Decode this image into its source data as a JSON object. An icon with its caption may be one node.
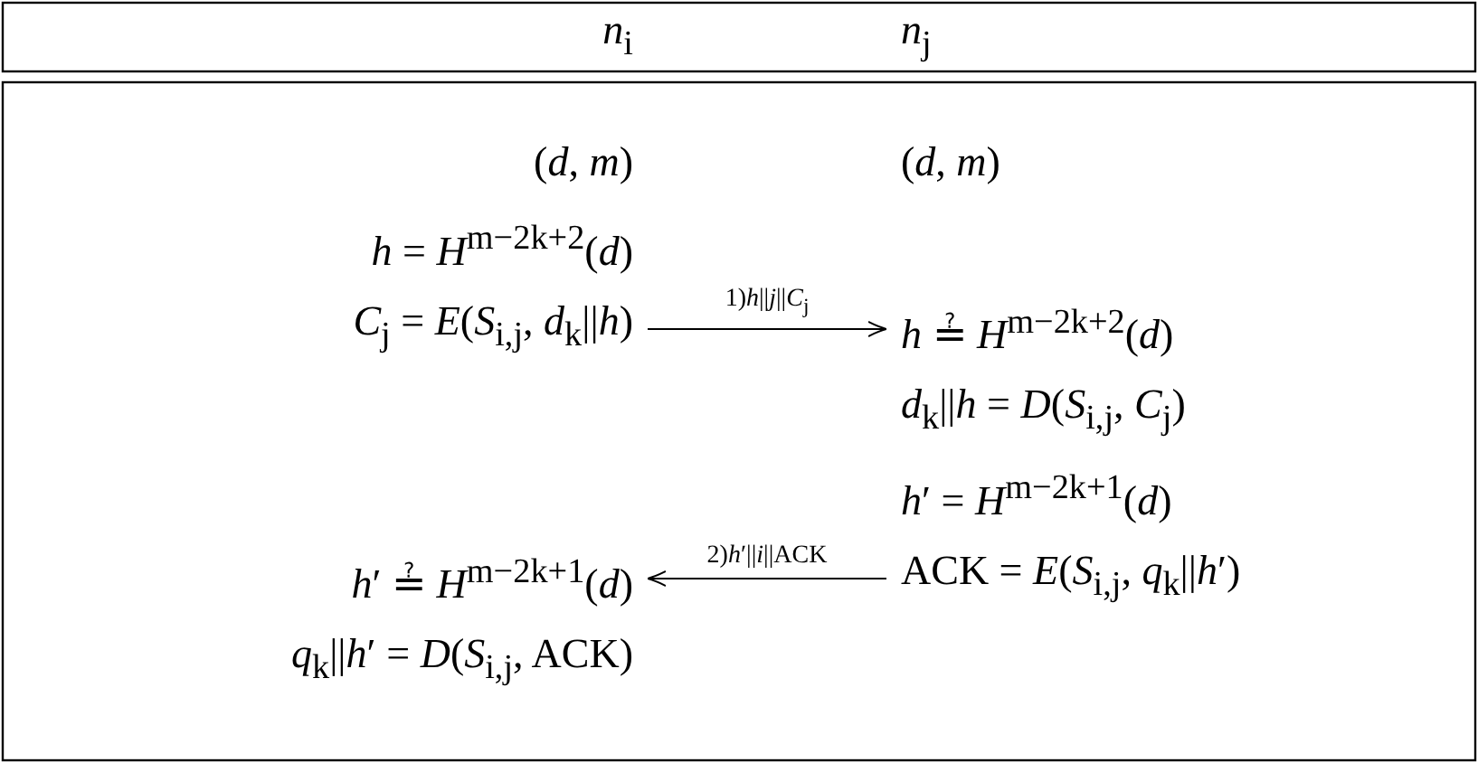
{
  "diagram": {
    "nodes": [
      {
        "text": [
          "*C*$_{j}$ = *E*(*S*$_{i,j}$, *d*$_{k}$||*h*)"
        ]
      },
      {
        "text": [
          "*h* ≟ *H*$^{m−2k+2}$(*d*)"
        ]
      },
      {
        "text": [
          "*h*′ ≟ *H*$^{m−2k+1}$(*d*)"
        ]
      },
      {
        "text": [
          "ACK = *E*(*S*$_{i,j}$, *q*$_{k}$||*h*′)"
        ]
      }
    ],
    "edges": [
      {
        "from": 0,
        "to": 1,
        "arrow": "to",
        "label": "1)*h*||*j*||*C*$_{j}$"
      },
      {
        "from": 3,
        "to": 2,
        "arrow": "to",
        "label": "2)*h*′||*i*||ACK"
      }
    ],
    "labels": [
      "*n*$_{i}$",
      "*n*$_{j}$",
      "(*d*, *m*)",
      "(*d*, *m*)",
      "*h* = *H*$^{m−2k+2}$(*d*)",
      "*d*$_{k}$||*h* = *D*(*S*$_{i,j}$, *C*$_{j}$)",
      "*h*′ = *H*$^{m−2k+1}$(*d*)",
      "*q*$_{k}$||*h*′ = *D*(*S*$_{i,j}$, ACK)"
    ]
  }
}
